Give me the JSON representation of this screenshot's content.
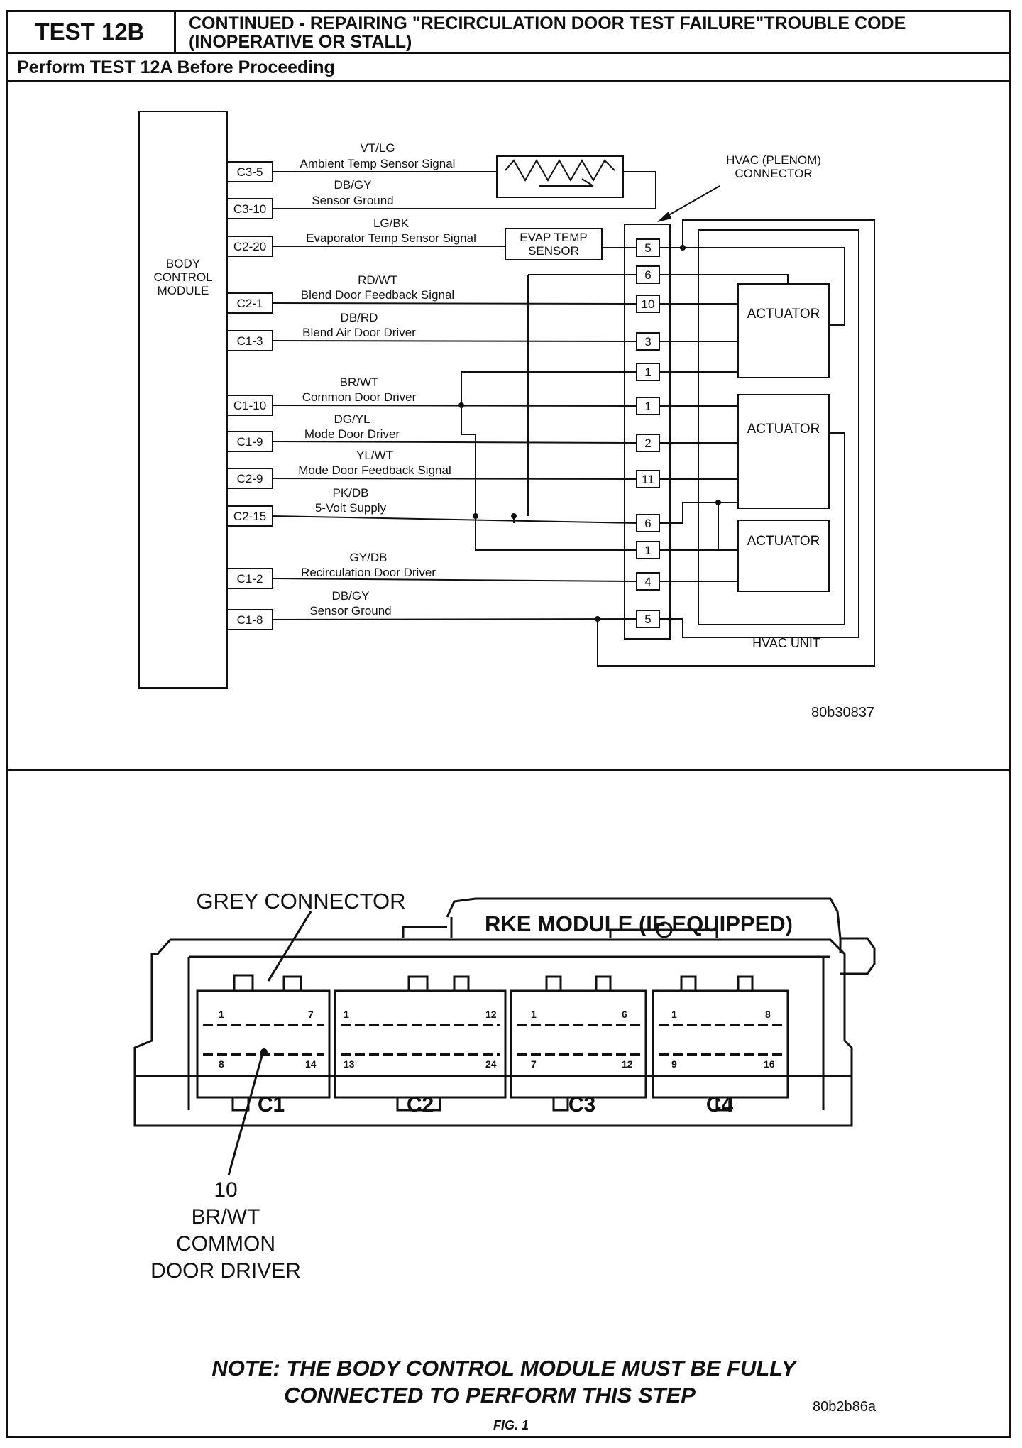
{
  "header": {
    "test_label": "TEST 12B",
    "title_line1": "CONTINUED - REPAIRING \"RECIRCULATION DOOR TEST FAILURE\"TROUBLE CODE",
    "title_line2": "(INOPERATIVE OR STALL)",
    "prerequisite": "Perform TEST 12A Before Proceeding"
  },
  "schematic": {
    "module_label": [
      "BODY",
      "CONTROL",
      "MODULE"
    ],
    "pins": [
      "C3-5",
      "C3-10",
      "C2-20",
      "C2-1",
      "C1-3",
      "C1-10",
      "C1-9",
      "C2-9",
      "C2-15",
      "C1-2",
      "C1-8"
    ],
    "wires": [
      {
        "color": "VT/LG",
        "name": "Ambient Temp Sensor Signal"
      },
      {
        "color": "DB/GY",
        "name": "Sensor Ground"
      },
      {
        "color": "LG/BK",
        "name": "Evaporator Temp Sensor Signal"
      },
      {
        "color": "RD/WT",
        "name": "Blend Door Feedback Signal"
      },
      {
        "color": "DB/RD",
        "name": "Blend Air Door Driver"
      },
      {
        "color": "BR/WT",
        "name": "Common Door Driver"
      },
      {
        "color": "DG/YL",
        "name": "Mode Door Driver"
      },
      {
        "color": "YL/WT",
        "name": "Mode Door Feedback Signal"
      },
      {
        "color": "PK/DB",
        "name": "5-Volt Supply"
      },
      {
        "color": "GY/DB",
        "name": "Recirculation Door Driver"
      },
      {
        "color": "DB/GY",
        "name": "Sensor Ground"
      }
    ],
    "evap_sensor": [
      "EVAP TEMP",
      "SENSOR"
    ],
    "hvac_connector_label": [
      "HVAC (PLENOM)",
      "CONNECTOR"
    ],
    "connector_pins": [
      "5",
      "6",
      "10",
      "3",
      "1",
      "1",
      "2",
      "11",
      "6",
      "1",
      "4",
      "5"
    ],
    "actuators": [
      "ACTUATOR",
      "ACTUATOR",
      "ACTUATOR"
    ],
    "hvac_unit_label": "HVAC UNIT",
    "figure_id": "80b30837"
  },
  "connector_view": {
    "grey_connector_label": "GREY CONNECTOR",
    "rke_label": "RKE MODULE (IF EQUIPPED)",
    "connectors": [
      "C1",
      "C2",
      "C3",
      "C4"
    ],
    "pin_numbers": {
      "c1": [
        "1",
        "7",
        "8",
        "14"
      ],
      "c2": [
        "1",
        "12",
        "13",
        "24"
      ],
      "c3": [
        "1",
        "6",
        "7",
        "12"
      ],
      "c4": [
        "1",
        "8",
        "9",
        "16"
      ]
    },
    "callout": [
      "10",
      "BR/WT",
      "COMMON",
      "DOOR DRIVER"
    ],
    "note_line1": "NOTE: THE BODY CONTROL MODULE MUST BE FULLY",
    "note_line2": "CONNECTED TO PERFORM THIS STEP",
    "figure_id": "80b2b86a",
    "fig_caption": "FIG. 1"
  }
}
